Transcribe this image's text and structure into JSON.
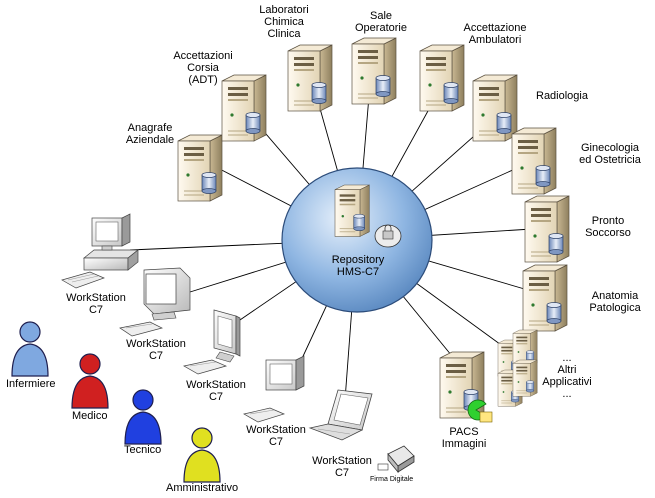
{
  "hub": {
    "line1": "Repository",
    "line2": "HMS-C7"
  },
  "servers": [
    {
      "id": "anagrafe",
      "lines": [
        "Anagrafe",
        "Aziendale"
      ]
    },
    {
      "id": "adt",
      "lines": [
        "Accettazioni",
        "Corsia",
        "(ADT)"
      ]
    },
    {
      "id": "laboratori",
      "lines": [
        "Laboratori",
        "Chimica",
        "Clinica"
      ]
    },
    {
      "id": "sale",
      "lines": [
        "Sale",
        "Operatorie"
      ]
    },
    {
      "id": "ambulatori",
      "lines": [
        "Accettazione",
        "Ambulatori"
      ]
    },
    {
      "id": "radiologia",
      "lines": [
        "Radiologia"
      ]
    },
    {
      "id": "ginecologia",
      "lines": [
        "Ginecologia",
        "ed Ostetricia"
      ]
    },
    {
      "id": "pronto",
      "lines": [
        "Pronto",
        "Soccorso"
      ]
    },
    {
      "id": "anatomia",
      "lines": [
        "Anatomia",
        "Patologica"
      ]
    },
    {
      "id": "altri",
      "lines": [
        "...",
        "Altri",
        "Applicativi",
        "..."
      ]
    },
    {
      "id": "pacs",
      "lines": [
        "PACS",
        "Immagini"
      ]
    }
  ],
  "workstations": [
    {
      "id": "ws1",
      "lines": [
        "WorkStation",
        "C7"
      ]
    },
    {
      "id": "ws2",
      "lines": [
        "WorkStation",
        "C7"
      ]
    },
    {
      "id": "ws3",
      "lines": [
        "WorkStation",
        "C7"
      ]
    },
    {
      "id": "ws4",
      "lines": [
        "WorkStation",
        "C7"
      ]
    },
    {
      "id": "ws5",
      "lines": [
        "WorkStation",
        "C7"
      ]
    }
  ],
  "firma": {
    "label": "Firma Digitale"
  },
  "users": [
    {
      "id": "infermiere",
      "label": "Infermiere",
      "color": "#7fa8e0"
    },
    {
      "id": "medico",
      "label": "Medico",
      "color": "#d02020"
    },
    {
      "id": "tecnico",
      "label": "Tecnico",
      "color": "#2040e0"
    },
    {
      "id": "amministrativo",
      "label": "Amministrativo",
      "color": "#e0e020"
    }
  ],
  "colors": {
    "hub": "#8fb6e2",
    "server": "#e9dcc0",
    "line": "#000000"
  }
}
